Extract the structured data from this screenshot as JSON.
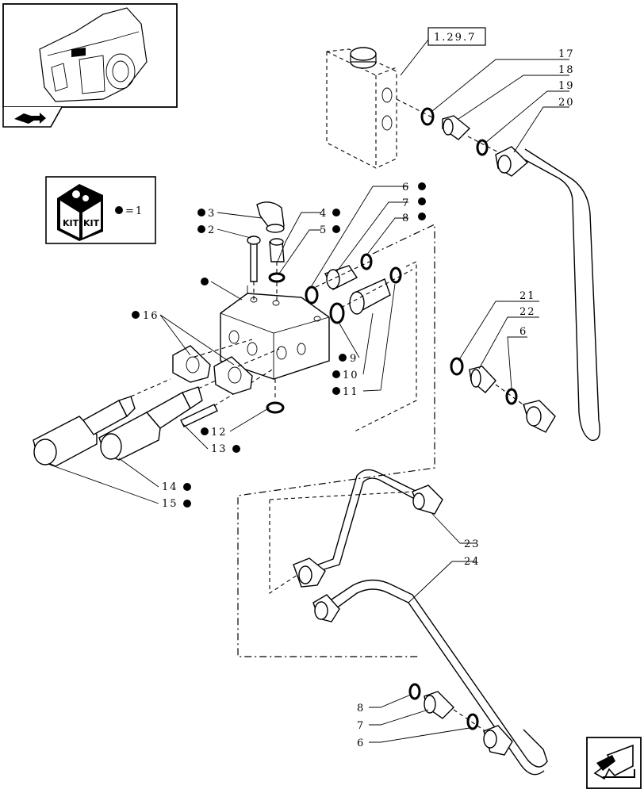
{
  "reference_box": "1.29.7",
  "kit_legend": {
    "kit_text_left": "KIT",
    "kit_text_right": "KIT",
    "equals_text": "=1"
  },
  "callouts": {
    "c2": "2",
    "c3": "3",
    "c4": "4",
    "c5": "5",
    "c6a": "6",
    "c7a": "7",
    "c8a": "8",
    "c9": "9",
    "c10": "10",
    "c11": "11",
    "c12": "12",
    "c13": "13",
    "c14": "14",
    "c15": "15",
    "c16": "16",
    "c17": "17",
    "c18": "18",
    "c19": "19",
    "c20": "20",
    "c21": "21",
    "c22": "22",
    "c6b": "6",
    "c23": "23",
    "c24": "24",
    "c8b": "8",
    "c7b": "7",
    "c6c": "6"
  },
  "icons": [
    "tractor-thumbnail",
    "book-arrow-icon",
    "kit-box-icon",
    "next-page-arrow-icon"
  ]
}
